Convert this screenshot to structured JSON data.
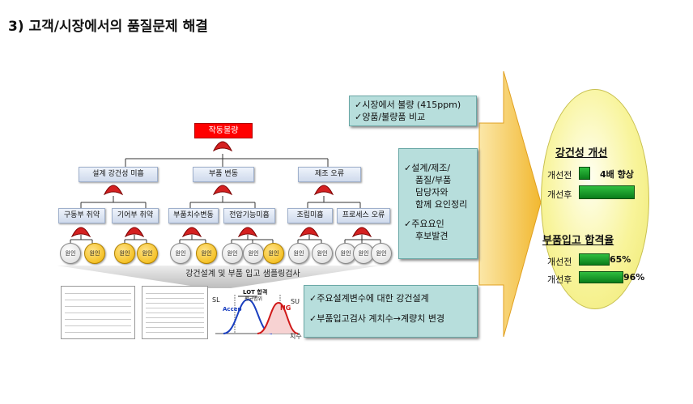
{
  "title": "3) 고객/시장에서의 품질문제 해결",
  "tree": {
    "top": "작동불량",
    "level2": [
      "설계 강건성 미흡",
      "부품 변동",
      "제조 오류"
    ],
    "level3": [
      "구동부 취약",
      "기어부 취약",
      "부품치수변동",
      "전압기능미흡",
      "조립미흡",
      "프로세스 오류"
    ],
    "cause_label": "원인"
  },
  "banner": "강건설계 및 부품 입고 샘플링검사",
  "inset": {
    "sl": "SL",
    "su": "SU",
    "lot": "LOT 합격",
    "lot_sub": "평균범위",
    "accept": "Accep",
    "ng": "NG",
    "axis": "치수"
  },
  "box1": [
    "✓시장에서 불량 (415ppm)",
    "✓양품/불량품 비교"
  ],
  "box2": [
    "✓설계/제조/",
    "품질/부품",
    "담당자와",
    "함께 요인정리",
    "✓주요요인",
    "후보발견"
  ],
  "box3": [
    "✓주요설계변수에 대한 강건설계",
    "✓부품입고검사 계치수→계량치 변경"
  ],
  "results": {
    "robust_title": "강건성 개선",
    "before": "개선전",
    "after": "개선후",
    "robust_before_value": "4배 향상",
    "parts_title": "부품입고 합격율",
    "parts_before_value": "65%",
    "parts_after_value": "96%",
    "parts_before_pct": 65,
    "parts_after_pct": 96
  },
  "colors": {
    "top_red": "#ff0000",
    "teal": "#b7dedc",
    "arrow": "#f5c242",
    "green": "#1a9a2a",
    "ellipse_yellow": "#f8f49a"
  }
}
